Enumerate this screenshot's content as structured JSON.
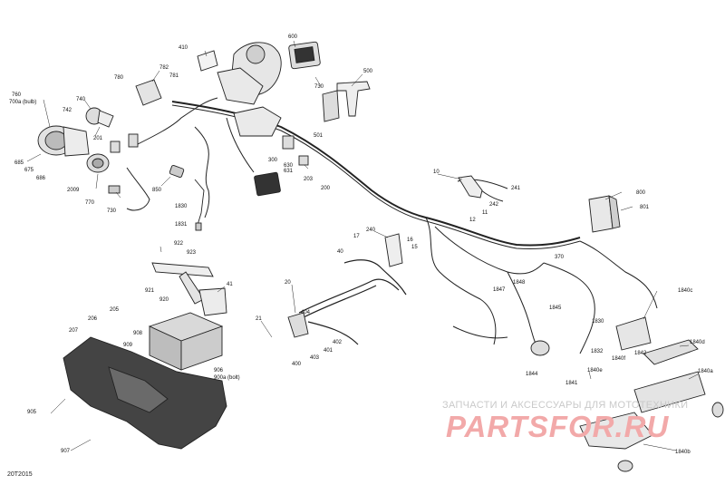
{
  "diagram_code": "20T2015",
  "watermark": {
    "text": "ЗАПЧАСТИ И АКСЕССУАРЫ ДЛЯ МОТОТЕХНИКИ",
    "logo": "PARTSFOR.RU"
  },
  "callouts": [
    {
      "id": "c410",
      "text": "410"
    },
    {
      "id": "c600",
      "text": "600"
    },
    {
      "id": "c782",
      "text": "782"
    },
    {
      "id": "c781",
      "text": "781"
    },
    {
      "id": "c780",
      "text": "780"
    },
    {
      "id": "c500",
      "text": "500"
    },
    {
      "id": "c730a",
      "text": "730"
    },
    {
      "id": "c760",
      "text": "760"
    },
    {
      "id": "c700a",
      "text": "700a (bulb)"
    },
    {
      "id": "c740",
      "text": "740"
    },
    {
      "id": "c742",
      "text": "742"
    },
    {
      "id": "c201",
      "text": "201"
    },
    {
      "id": "c501",
      "text": "501"
    },
    {
      "id": "c685",
      "text": "685"
    },
    {
      "id": "c675",
      "text": "675"
    },
    {
      "id": "c686",
      "text": "686"
    },
    {
      "id": "c2009",
      "text": "2009"
    },
    {
      "id": "c770",
      "text": "770"
    },
    {
      "id": "c730b",
      "text": "730"
    },
    {
      "id": "c850",
      "text": "850"
    },
    {
      "id": "c300",
      "text": "300"
    },
    {
      "id": "c630",
      "text": "630"
    },
    {
      "id": "c631",
      "text": "631"
    },
    {
      "id": "c203",
      "text": "203"
    },
    {
      "id": "c200",
      "text": "200"
    },
    {
      "id": "c10",
      "text": "10"
    },
    {
      "id": "c241",
      "text": "241"
    },
    {
      "id": "c242",
      "text": "242"
    },
    {
      "id": "c11",
      "text": "11"
    },
    {
      "id": "c12",
      "text": "12"
    },
    {
      "id": "c800",
      "text": "800"
    },
    {
      "id": "c801",
      "text": "801"
    },
    {
      "id": "c1830",
      "text": "1830"
    },
    {
      "id": "c1831",
      "text": "1831"
    },
    {
      "id": "c240",
      "text": "240"
    },
    {
      "id": "c17",
      "text": "17"
    },
    {
      "id": "c16",
      "text": "16"
    },
    {
      "id": "c15",
      "text": "15"
    },
    {
      "id": "c370",
      "text": "370"
    },
    {
      "id": "c922",
      "text": "922"
    },
    {
      "id": "c923",
      "text": "923"
    },
    {
      "id": "c921",
      "text": "921"
    },
    {
      "id": "c920",
      "text": "920"
    },
    {
      "id": "c41",
      "text": "41"
    },
    {
      "id": "c40",
      "text": "40"
    },
    {
      "id": "c1847",
      "text": "1847"
    },
    {
      "id": "c1848",
      "text": "1848"
    },
    {
      "id": "c20",
      "text": "20"
    },
    {
      "id": "c1845",
      "text": "1845"
    },
    {
      "id": "c1840c",
      "text": "1840c"
    },
    {
      "id": "c205",
      "text": "205"
    },
    {
      "id": "c206",
      "text": "206"
    },
    {
      "id": "c207",
      "text": "207"
    },
    {
      "id": "c908",
      "text": "908"
    },
    {
      "id": "c909",
      "text": "909"
    },
    {
      "id": "c21",
      "text": "21"
    },
    {
      "id": "c404",
      "text": "404"
    },
    {
      "id": "c402",
      "text": "402"
    },
    {
      "id": "c401",
      "text": "401"
    },
    {
      "id": "c400",
      "text": "400"
    },
    {
      "id": "c403",
      "text": "403"
    },
    {
      "id": "c1830b",
      "text": "1830"
    },
    {
      "id": "c1832",
      "text": "1832"
    },
    {
      "id": "c1842",
      "text": "1842"
    },
    {
      "id": "c1840d",
      "text": "1840d"
    },
    {
      "id": "c1840f",
      "text": "1840f"
    },
    {
      "id": "c1844",
      "text": "1844"
    },
    {
      "id": "c1841",
      "text": "1841"
    },
    {
      "id": "c1840e",
      "text": "1840e"
    },
    {
      "id": "c1840a",
      "text": "1840a"
    },
    {
      "id": "c906",
      "text": "906"
    },
    {
      "id": "c900a",
      "text": "900a (bolt)"
    },
    {
      "id": "c905",
      "text": "905"
    },
    {
      "id": "c907",
      "text": "907"
    },
    {
      "id": "c1840b",
      "text": "1840b"
    }
  ]
}
